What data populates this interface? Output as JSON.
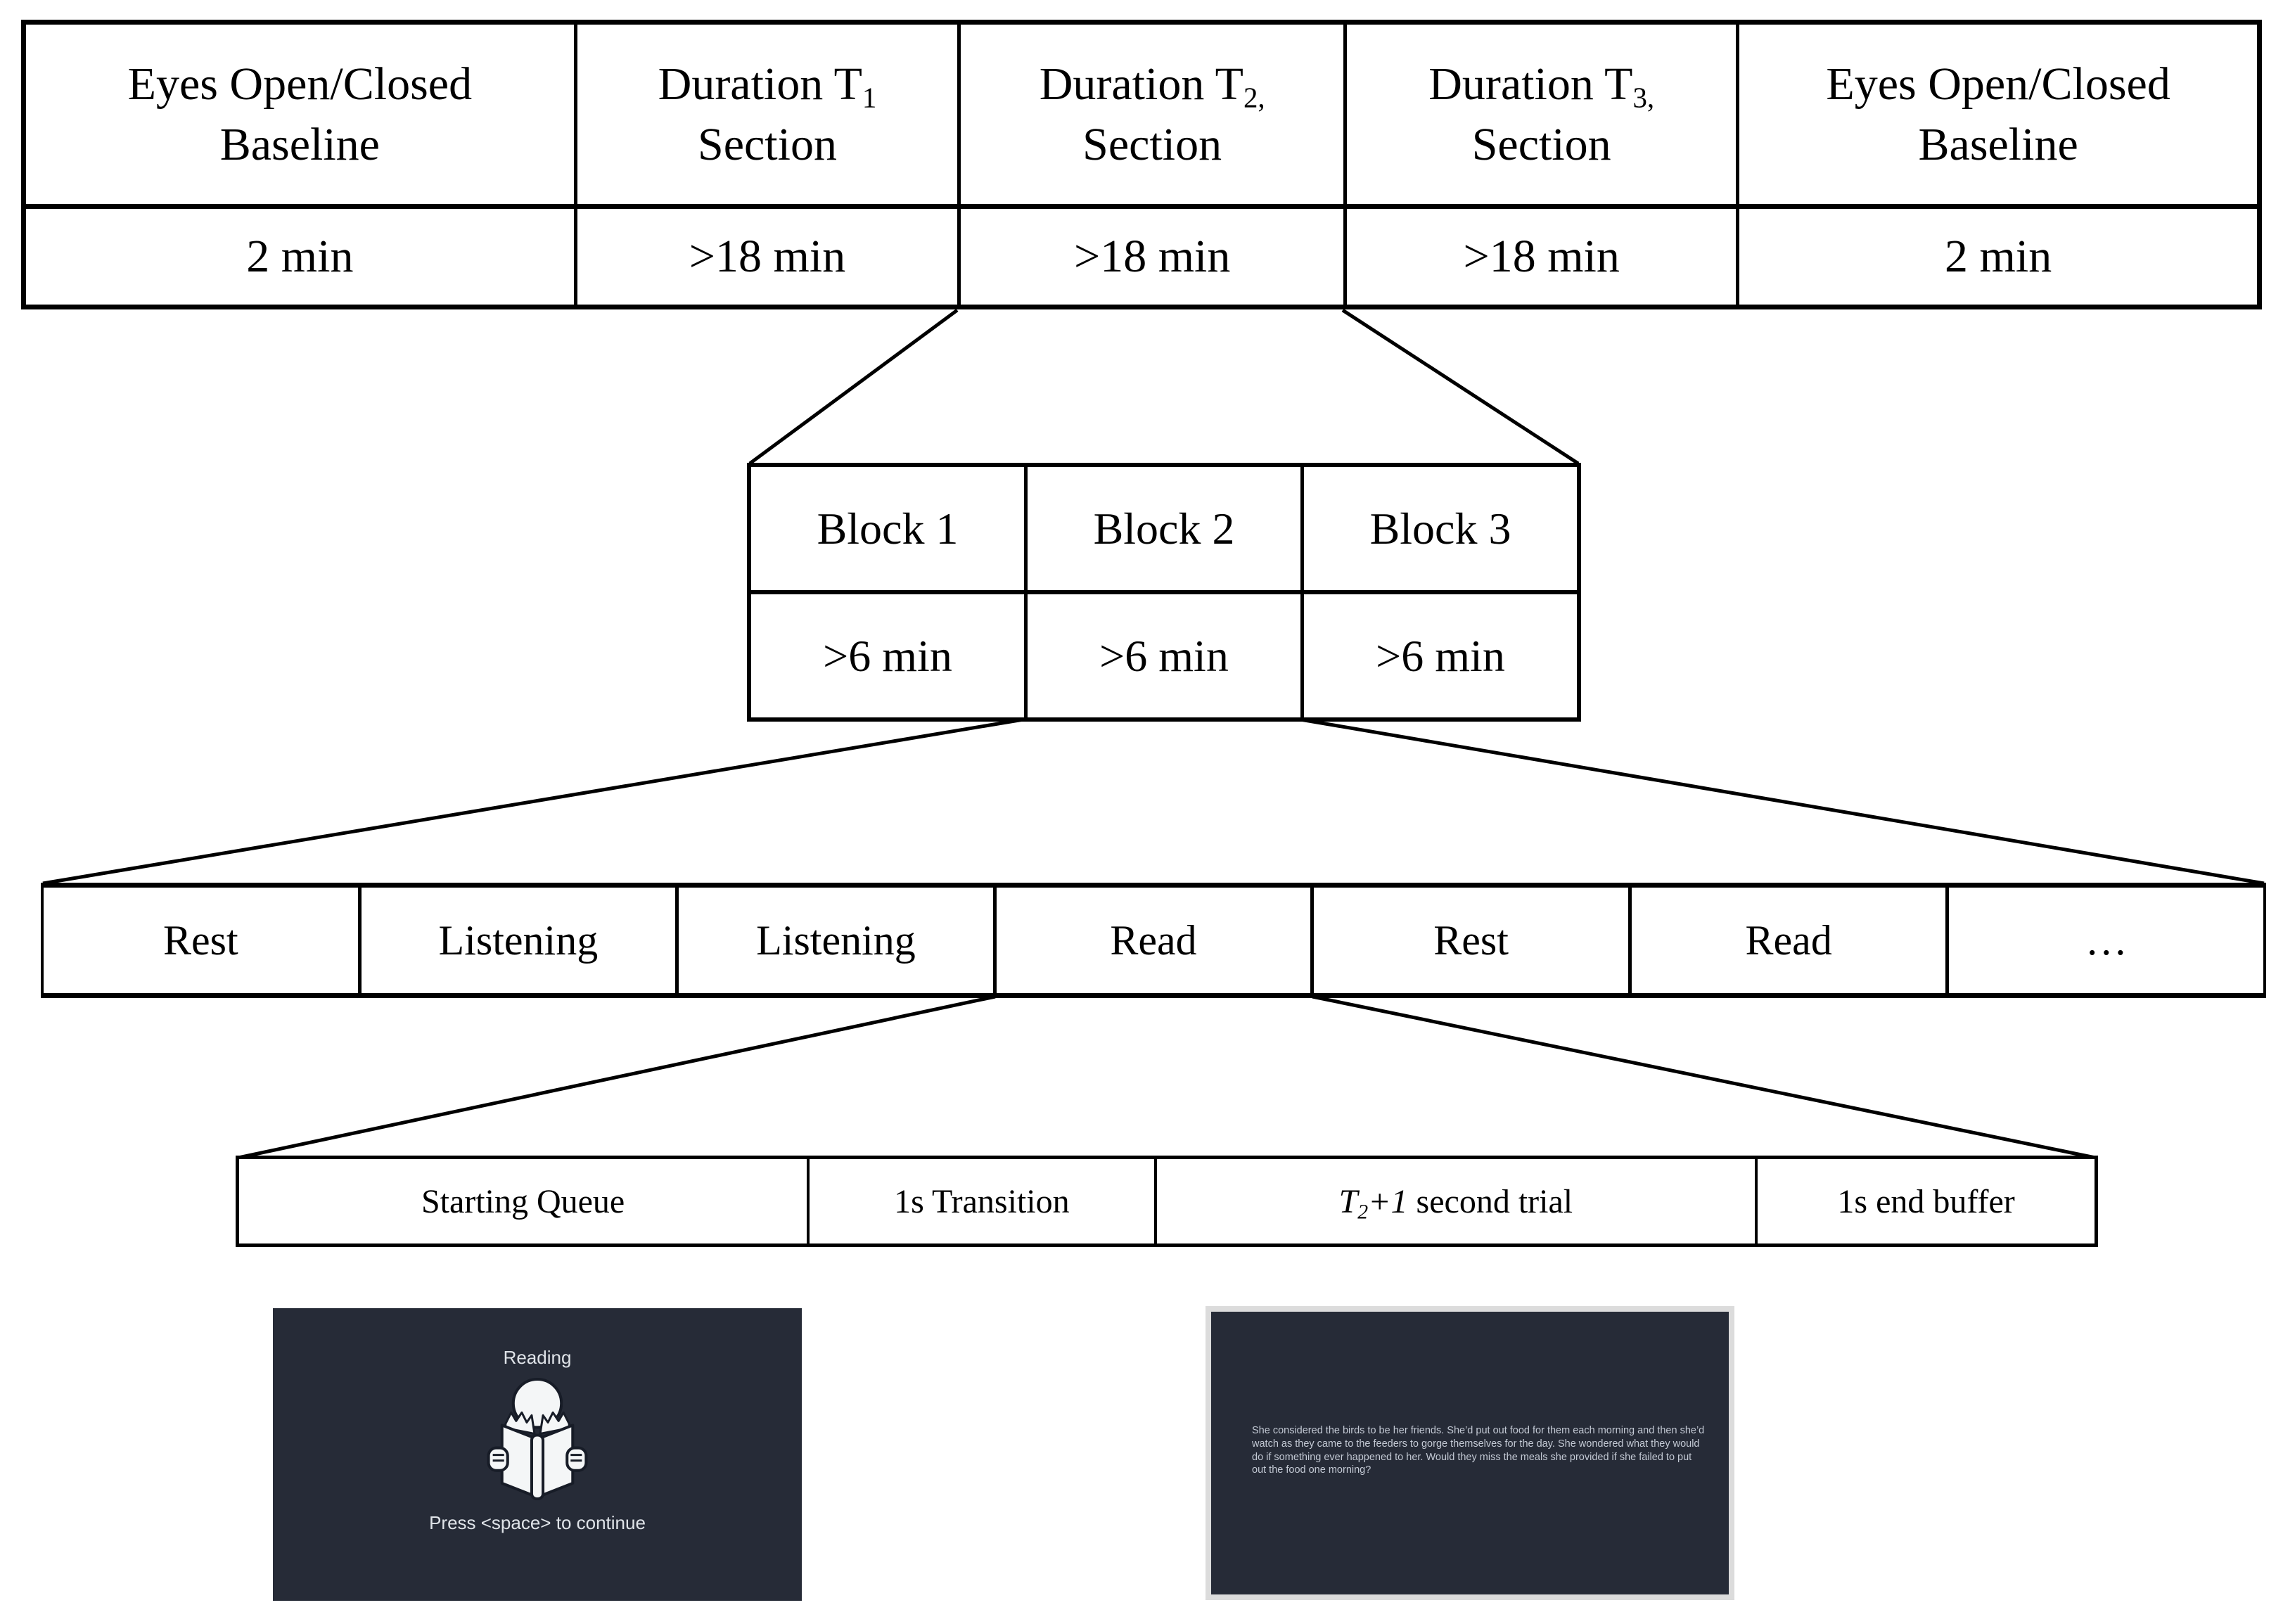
{
  "figure": {
    "description_title": "Experimental protocol timeline diagram"
  },
  "session_table": {
    "cells": [
      {
        "line1": "Eyes Open/Closed",
        "line2": "Baseline",
        "value": "2 min"
      },
      {
        "line1_pre": "Duration T",
        "line1_sub": "1",
        "line2": "Section",
        "value": ">18 min"
      },
      {
        "line1_pre": "Duration T",
        "line1_sub": "2,",
        "line2": "Section",
        "value": ">18 min"
      },
      {
        "line1_pre": "Duration T",
        "line1_sub": "3,",
        "line2": "Section",
        "value": ">18 min"
      },
      {
        "line1": "Eyes Open/Closed",
        "line2": "Baseline",
        "value": "2 min"
      }
    ]
  },
  "block_table": {
    "cells": [
      {
        "label": "Block 1",
        "value": ">6 min"
      },
      {
        "label": "Block 2",
        "value": ">6 min"
      },
      {
        "label": "Block 3",
        "value": ">6 min"
      }
    ]
  },
  "trial_sequence": {
    "cells": [
      "Rest",
      "Listening",
      "Listening",
      "Read",
      "Rest",
      "Read",
      "…"
    ]
  },
  "trial_structure": {
    "cells": [
      {
        "text": "Starting Queue"
      },
      {
        "text": "1s Transition"
      },
      {
        "math_pre": "T",
        "math_sub": "2",
        "math_mid": "+1",
        "text": " second trial"
      },
      {
        "text": "1s end buffer"
      }
    ]
  },
  "screens": {
    "cue": {
      "title": "Reading",
      "icon": "person-reading-open-book-icon",
      "instruction": "Press <space> to continue"
    },
    "stimulus": {
      "lines": [
        "She considered the birds to be her friends. She’d put out food for them each morning and then she’d",
        "watch as they came to the feeders to gorge themselves for the day. She wondered what they would",
        "do if something ever happened to her. Would they miss the meals she provided if she failed to put",
        "out the food one morning?"
      ]
    }
  },
  "colors": {
    "table_border": "#000000",
    "screen_background": "#262b37",
    "screen_title_text": "#dfe3e8",
    "screen_paragraph_text": "#c3c9d4",
    "screen_frame": "#dcdcdc",
    "icon_fill": "#f4f6f7"
  }
}
